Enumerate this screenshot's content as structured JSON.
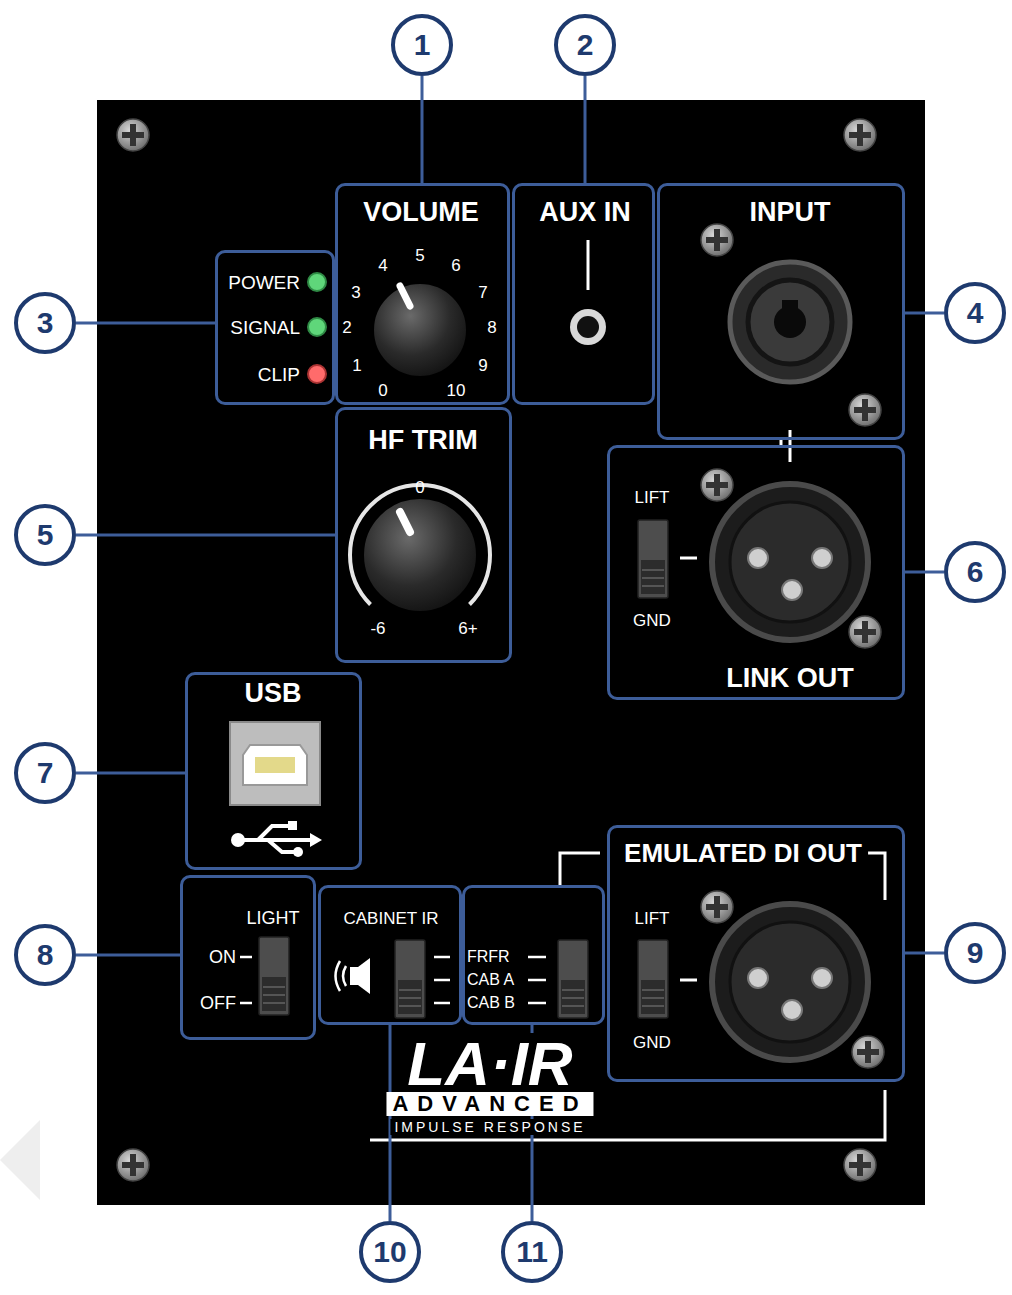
{
  "diagram": {
    "nodes": [
      {
        "text": [
          "1"
        ]
      },
      {
        "text": [
          "2"
        ]
      },
      {
        "text": [
          "3"
        ]
      },
      {
        "text": [
          "POWER",
          "SIGNAL",
          "CLIP"
        ]
      },
      {
        "text": [
          "VOLUME",
          "0",
          "1",
          "2",
          "3",
          "4",
          "5",
          "6",
          "7",
          "8",
          "9",
          "10"
        ]
      },
      {
        "text": [
          "AUX IN"
        ]
      },
      {
        "text": [
          "INPUT"
        ]
      },
      {
        "text": [
          "4"
        ]
      },
      {
        "text": [
          "5"
        ]
      },
      {
        "text": [
          "HF TRIM",
          "0",
          "-6",
          "6+"
        ]
      },
      {
        "text": [
          "LIFT",
          "GND",
          "LINK OUT"
        ]
      },
      {
        "text": [
          "6"
        ]
      },
      {
        "text": [
          "7"
        ]
      },
      {
        "text": [
          "USB"
        ]
      },
      {
        "text": [
          "EMULATED DI OUT",
          "LIFT",
          "GND"
        ]
      },
      {
        "text": [
          "8"
        ]
      },
      {
        "text": [
          "LIGHT",
          "ON",
          "OFF"
        ]
      },
      {
        "text": [
          "CABINET IR"
        ]
      },
      {
        "text": [
          "FRFR",
          "CAB A",
          "CAB B"
        ]
      },
      {
        "text": [
          "9"
        ]
      },
      {
        "text": [
          "10"
        ]
      },
      {
        "text": [
          "11"
        ]
      }
    ],
    "edges": [
      {
        "from": 0,
        "to": 4,
        "arrow": "none"
      },
      {
        "from": 1,
        "to": 5,
        "arrow": "none"
      },
      {
        "from": 2,
        "to": 3,
        "arrow": "none"
      },
      {
        "from": 7,
        "to": 6,
        "arrow": "none"
      },
      {
        "from": 8,
        "to": 9,
        "arrow": "none"
      },
      {
        "from": 11,
        "to": 10,
        "arrow": "none"
      },
      {
        "from": 12,
        "to": 13,
        "arrow": "none"
      },
      {
        "from": 15,
        "to": 16,
        "arrow": "none"
      },
      {
        "from": 19,
        "to": 14,
        "arrow": "none"
      },
      {
        "from": 20,
        "to": 17,
        "arrow": "none"
      },
      {
        "from": 21,
        "to": 18,
        "arrow": "none"
      },
      {
        "from": 6,
        "to": 10,
        "arrow": "none"
      }
    ],
    "labels": [
      "LA·IR",
      "ADVANCED",
      "IMPULSE RESPONSE"
    ]
  }
}
